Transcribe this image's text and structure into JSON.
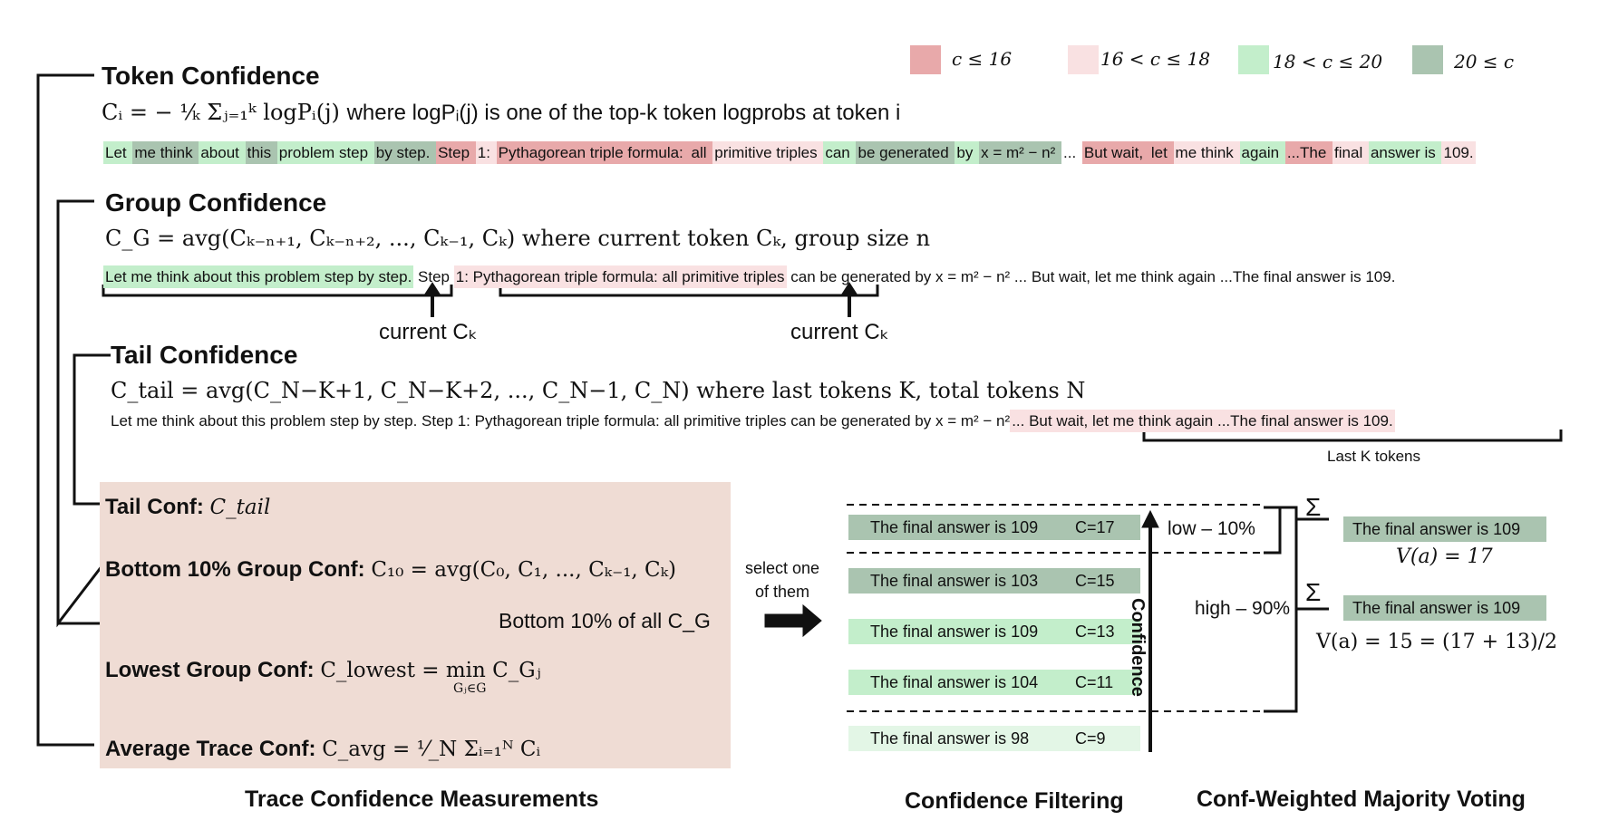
{
  "legend": [
    {
      "label": "c ≤ 16",
      "color": "#e8a9aa"
    },
    {
      "label": "16 < c ≤ 18",
      "color": "#f9e1e2"
    },
    {
      "label": "18 < c ≤ 20",
      "color": "#c3eecb"
    },
    {
      "label": "20 ≤ c",
      "color": "#aac4b0"
    }
  ],
  "token": {
    "title": "Token Confidence",
    "formula_lhs": "Cᵢ = − ¹⁄ₖ Σⱼ₌₁ᵏ logPᵢ(j)",
    "formula_rhs": "where logPᵢ(j) is one of the top-k token logprobs at token i",
    "tokens": [
      {
        "t": "Let",
        "c": "g"
      },
      {
        "t": "me think",
        "c": "d"
      },
      {
        "t": "about",
        "c": "g"
      },
      {
        "t": "this",
        "c": "d"
      },
      {
        "t": "problem step",
        "c": "g"
      },
      {
        "t": "by step.",
        "c": "d"
      },
      {
        "t": "Step",
        "c": "r"
      },
      {
        "t": "1:",
        "c": "p"
      },
      {
        "t": "Pythagorean triple formula:",
        "c": "r"
      },
      {
        "t": "all",
        "c": "r"
      },
      {
        "t": "primitive triples",
        "c": "p"
      },
      {
        "t": "can",
        "c": "g"
      },
      {
        "t": "be generated",
        "c": "d"
      },
      {
        "t": "by",
        "c": "g"
      },
      {
        "t": "x = m² − n²",
        "c": "d"
      },
      {
        "t": "...",
        "c": ""
      },
      {
        "t": "But wait,",
        "c": "r"
      },
      {
        "t": "let",
        "c": "r"
      },
      {
        "t": "me think",
        "c": "p"
      },
      {
        "t": "again",
        "c": "g"
      },
      {
        "t": "...The",
        "c": "r"
      },
      {
        "t": "final",
        "c": "p"
      },
      {
        "t": "answer is",
        "c": "g"
      },
      {
        "t": "109.",
        "c": "p"
      }
    ]
  },
  "group": {
    "title": "Group Confidence",
    "formula": "C_G = avg(Cₖ₋ₙ₊₁, Cₖ₋ₙ₊₂, ..., Cₖ₋₁, Cₖ) where current token Cₖ, group size n",
    "seg1": "Let me think about this problem step by step.",
    "seg_mid": " Step ",
    "seg2": "1: Pythagorean triple formula: all primitive triples",
    "seg_rest": " can be generated by x = m² − n² ... But wait, let me think again ...The final answer is 109.",
    "current_label_1": "current Cₖ",
    "current_label_2": "current  Cₖ"
  },
  "tail": {
    "title": "Tail Confidence",
    "formula": "C_tail = avg(C_N−K+1, C_N−K+2, ..., C_N−1, C_N) where last tokens K, total tokens N",
    "text_plain": "Let me think about this problem step by step. Step 1: Pythagorean triple formula: all primitive triples can be generated by x = m² − n²",
    "text_tail": "... But wait, let me think again ...The final answer is 109.",
    "tail_label": "Last K tokens"
  },
  "measures": {
    "tail_conf": {
      "label": "Tail Conf:",
      "formula": "C_tail"
    },
    "bottom_conf": {
      "label": "Bottom 10% Group Conf:",
      "formula": "C₁₀ = avg(C₀, C₁, ..., Cₖ₋₁, Cₖ)",
      "note": "Bottom 10% of all C_G"
    },
    "lowest_conf": {
      "label": "Lowest Group Conf:",
      "formula": "C_lowest = min C_Gⱼ",
      "sub": "Gⱼ∈G"
    },
    "avg_conf": {
      "label": "Average Trace Conf:",
      "formula": "C_avg = ¹⁄_N Σᵢ₌₁ᴺ Cᵢ"
    }
  },
  "select_label": "select one\nof them",
  "traces": [
    {
      "answer": "The final answer is 109",
      "conf": "C=17",
      "color": "#aac4b0"
    },
    {
      "answer": "The final answer is 103",
      "conf": "C=15",
      "color": "#aac4b0"
    },
    {
      "answer": "The final answer is 109",
      "conf": "C=13",
      "color": "#c3eecb"
    },
    {
      "answer": "The final answer is 104",
      "conf": "C=11",
      "color": "#c3eecb"
    },
    {
      "answer": "The final answer is 98",
      "conf": "C=9",
      "color": "#e3f6e6"
    }
  ],
  "confidence_axis": "Confidence",
  "low_label": "low – 10%",
  "high_label": "high – 90%",
  "sigma": "Σ",
  "votes": [
    {
      "answer": "The final answer is 109",
      "formula": "V(a) = 17"
    },
    {
      "answer": "The final answer is 109",
      "formula": "V(a) = 15 = (17 + 13)/2"
    }
  ],
  "captions": {
    "measure": "Trace Confidence Measurements",
    "filter": "Confidence Filtering",
    "vote": "Conf-Weighted Majority Voting"
  }
}
